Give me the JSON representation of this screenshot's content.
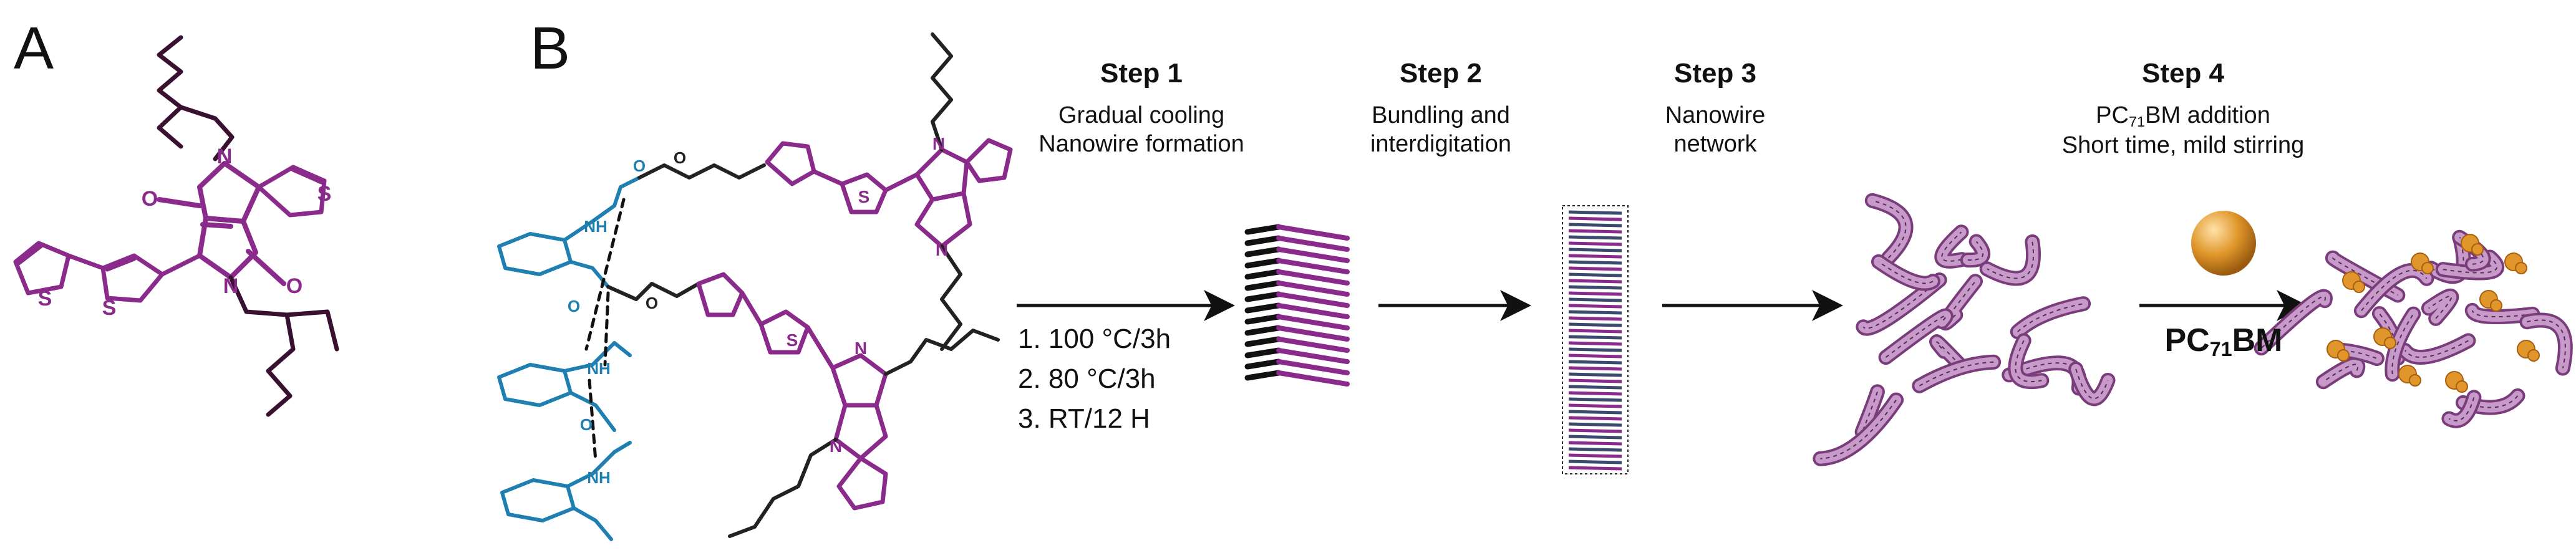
{
  "panels": {
    "a_label": "A",
    "b_label": "B"
  },
  "molecule": {
    "atom_N": "N",
    "atom_O": "O",
    "atom_S": "S",
    "atom_NH": "NH",
    "atom_H": "H"
  },
  "steps": [
    {
      "title": "Step 1",
      "line1": "Gradual cooling",
      "line2": "Nanowire formation"
    },
    {
      "title": "Step 2",
      "line1": "Bundling and",
      "line2": "interdigitation"
    },
    {
      "title": "Step 3",
      "line1": "Nanowire",
      "line2": "network"
    },
    {
      "title": "Step 4",
      "line1_pre": "PC",
      "line1_sub": "71",
      "line1_post": "BM addition",
      "line2": "Short time, mild stirring"
    }
  ],
  "conditions": [
    "1. 100 °C/3h",
    "2. 80 °C/3h",
    "3. RT/12 H"
  ],
  "pcbm_label": {
    "pre": "PC",
    "sub": "71",
    "post": "BM"
  },
  "colors": {
    "dpp_purple": "#8a2a8a",
    "alkyl_dark": "#3a1030",
    "gelator_blue": "#1f7fb0",
    "fullerene_orange": "#e0962a",
    "nanowire_pink": "#c79ac9",
    "arrow": "#111111"
  }
}
